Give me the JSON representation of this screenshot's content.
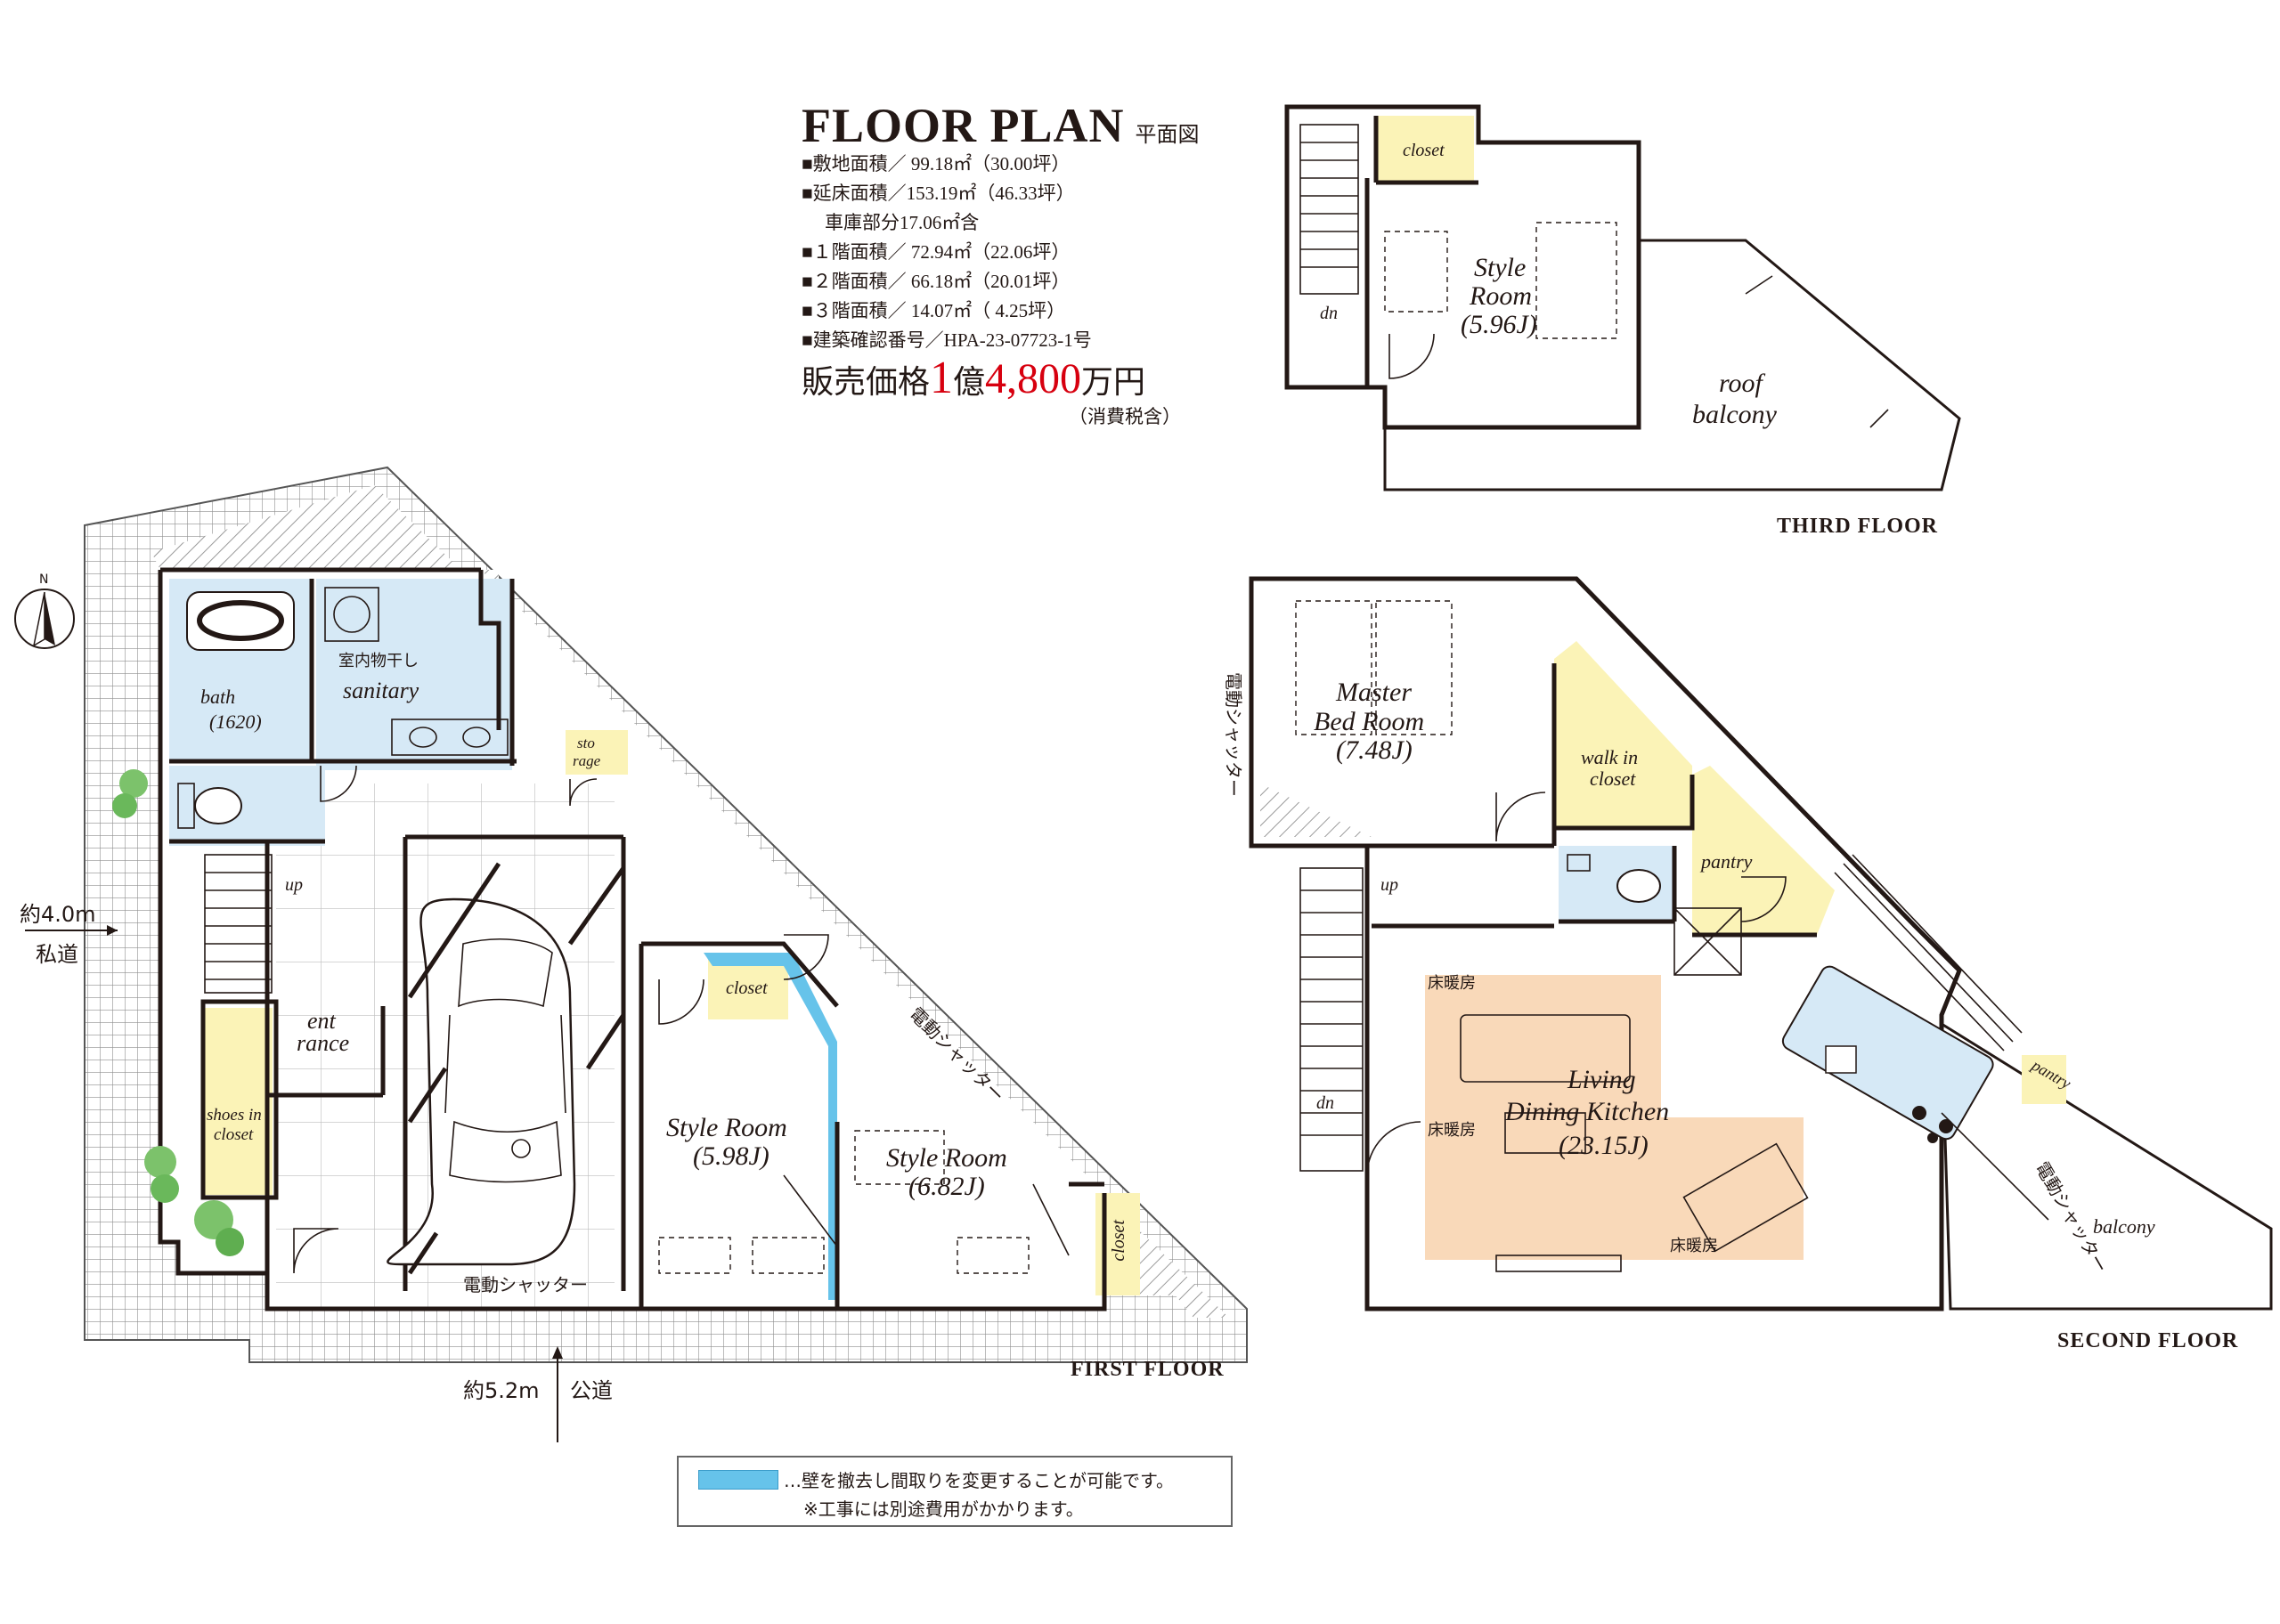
{
  "header": {
    "title": "FLOOR PLAN",
    "subtitle": "平面図",
    "specs": [
      "■敷地面積／ 99.18㎡（30.00坪）",
      "■延床面積／153.19㎡（46.33坪）",
      "車庫部分17.06㎡含",
      "■１階面積／ 72.94㎡（22.06坪）",
      "■２階面積／ 66.18㎡（20.01坪）",
      "■３階面積／ 14.07㎡（ 4.25坪）",
      "■建築確認番号／HPA-23-07723-1号"
    ],
    "price_prefix": "販売価格",
    "price_oku_num": "1",
    "price_oku": "億",
    "price_man_num": "4,800",
    "price_suffix": "万円",
    "tax_note": "（消費税含）"
  },
  "floors": {
    "first": "FIRST FLOOR",
    "second": "SECOND FLOOR",
    "third": "THIRD FLOOR"
  },
  "roads": {
    "private_width": "約4.0m",
    "private_name": "私道",
    "public_width": "約5.2m",
    "public_name": "公道"
  },
  "compass": "N",
  "rooms_first": {
    "bath": "bath",
    "bath_size": "(1620)",
    "drying": "室内物干し",
    "sanitary": "sanitary",
    "storage_1": "sto",
    "storage_2": "rage",
    "up": "up",
    "entrance_1": "ent",
    "entrance_2": "rance",
    "shoes_1": "shoes in",
    "shoes_2": "closet",
    "closet_a": "closet",
    "style_a": "Style Room",
    "style_a_size": "(5.98J)",
    "style_b": "Style Room",
    "style_b_size": "(6.82J)",
    "closet_b": "closet",
    "shutter_garage": "電動シャッター",
    "shutter_side": "電動シャッター"
  },
  "rooms_second": {
    "master_1": "Master",
    "master_2": "Bed Room",
    "master_size": "(7.48J)",
    "walkin_1": "walk in",
    "walkin_2": "closet",
    "pantry": "pantry",
    "pantry_small": "pantry",
    "up": "up",
    "dn": "dn",
    "floor_heat": "床暖房",
    "ldk_1": "Living",
    "ldk_2": "Dining Kitchen",
    "ldk_size": "(23.15J)",
    "balcony": "balcony",
    "shutter_west": "電動シャッター",
    "shutter_east": "電動シャッター"
  },
  "rooms_third": {
    "closet": "closet",
    "style_1": "Style",
    "style_2": "Room",
    "style_size": "(5.96J)",
    "dn": "dn",
    "roof_1": "roof",
    "roof_2": "balcony"
  },
  "legend": {
    "line1": "…壁を撤去し間取りを変更することが可能です。",
    "line2": "※工事には別途費用がかかります。",
    "swatch_color": "#66c3ea"
  },
  "colors": {
    "wet_area": "#d6e9f6",
    "storage": "#fbf3b7",
    "floor_heating": "#f9d9b9",
    "removable_wall": "#66c3ea",
    "price": "#d7000f"
  }
}
